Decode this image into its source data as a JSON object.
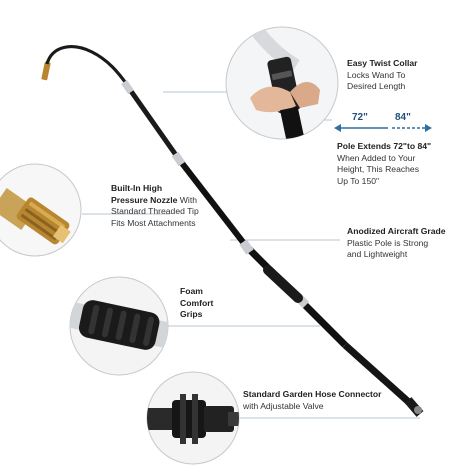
{
  "colors": {
    "accent": "#2f6fa3",
    "pole": "#111111",
    "pole_collar": "#c9cdd1",
    "nozzle_brass": "#b8862f",
    "foam": "#1a1a1a",
    "circle_border": "#c8c8c8",
    "leader_line": "#9bb3c9"
  },
  "icons": [
    "wand-illustration",
    "twist-collar-detail",
    "nozzle-detail",
    "foam-grip-detail",
    "hose-connector-detail"
  ],
  "callouts": {
    "twist_collar": {
      "title": "Easy Twist Collar",
      "lines": [
        "Locks Wand To",
        "Desired Length"
      ]
    },
    "pole_extends": {
      "measure_start": "72\"",
      "measure_end": "84\"",
      "title": "Pole Extends 72\"to 84\"",
      "lines": [
        "When Added to Your",
        "Height, This Reaches",
        "Up To 150\""
      ]
    },
    "nozzle": {
      "title_lines": [
        "Built-In High",
        "Pressure Nozzle"
      ],
      "title_suffix": " With",
      "lines": [
        "Standard Threaded Tip",
        "Fits Most Attachments"
      ]
    },
    "anodized": {
      "title": "Anodized Aircraft Grade",
      "lines": [
        "Plastic Pole is Strong",
        "and Lightweight"
      ]
    },
    "foam": {
      "title_lines": [
        "Foam",
        "Comfort",
        "Grips"
      ]
    },
    "connector": {
      "title": "Standard Garden Hose Connector",
      "lines": [
        "with Adjustable Valve"
      ]
    }
  }
}
